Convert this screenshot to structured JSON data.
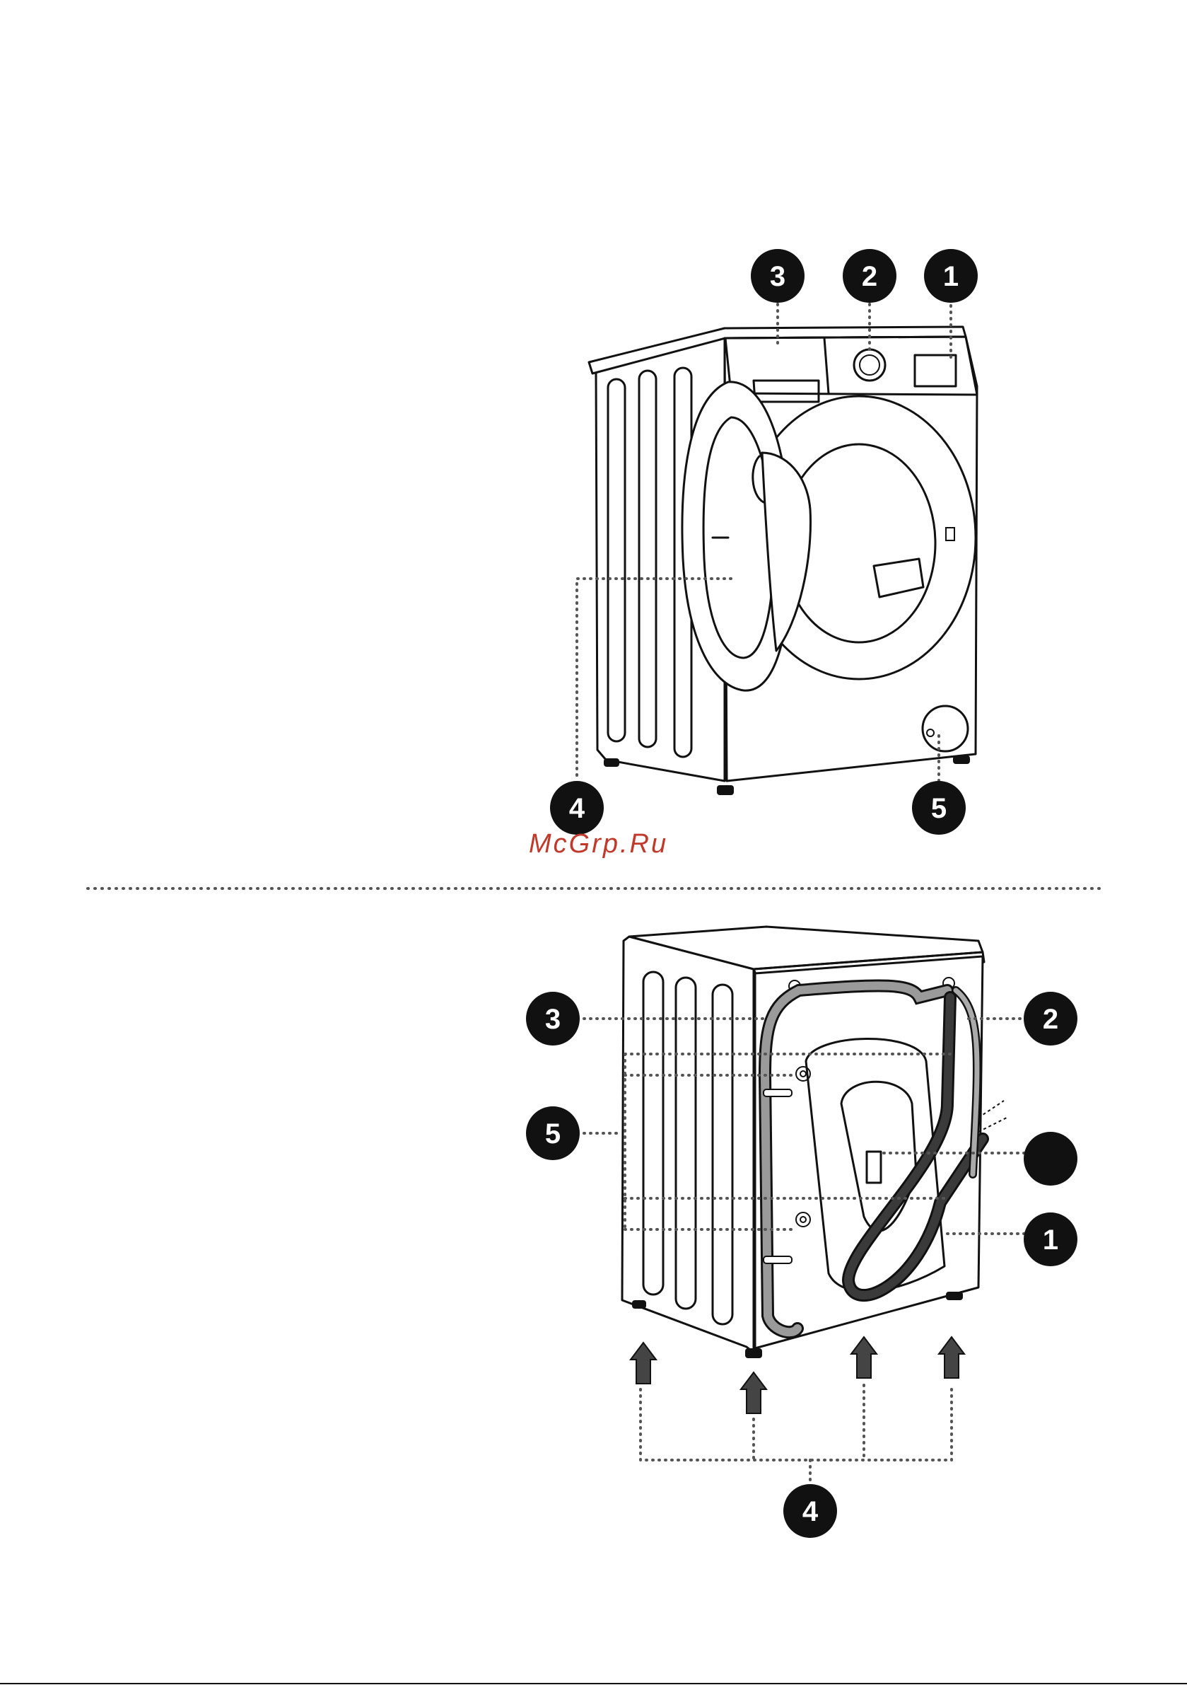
{
  "watermark": {
    "text": "McGrp.Ru",
    "color": "#c0392b"
  },
  "colors": {
    "ink": "#111111",
    "badge_fill": "#111111",
    "badge_text": "#ffffff",
    "hose": "#7a7a7a",
    "hose_dark": "#2a2a2a",
    "foot_arrow": "#444444"
  },
  "front_view": {
    "callouts": [
      {
        "label": "3"
      },
      {
        "label": "2"
      },
      {
        "label": "1"
      },
      {
        "label": "4"
      },
      {
        "label": "5"
      }
    ]
  },
  "rear_view": {
    "callouts": [
      {
        "label": "3"
      },
      {
        "label": "2"
      },
      {
        "label": "5"
      },
      {
        "label": ""
      },
      {
        "label": "1"
      },
      {
        "label": "4"
      }
    ]
  }
}
